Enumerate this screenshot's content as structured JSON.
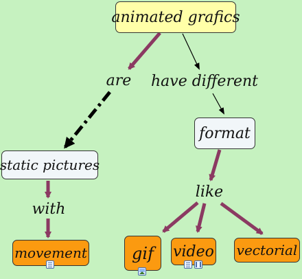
{
  "diagram": {
    "root": "animated grafics",
    "links": {
      "are": "are",
      "have_different": "have different",
      "with": "with",
      "like": "like"
    },
    "concepts": {
      "static_pictures": "static pictures",
      "format": "format",
      "movement": "movement",
      "gif": "gif",
      "video": "video",
      "vectorial": "vectorial"
    },
    "resource_icons": {
      "movement": [
        "document-icon"
      ],
      "gif": [
        "image-icon"
      ],
      "video": [
        "document-icon",
        "film-icon"
      ]
    },
    "colors": {
      "background": "#c6f2c0",
      "root_fill": "#ffffa8",
      "concept_fill": "#f1f6f9",
      "leaf_fill": "#fb9a10",
      "purple_arrow": "#8b3a62",
      "black_arrow": "#000000"
    }
  }
}
